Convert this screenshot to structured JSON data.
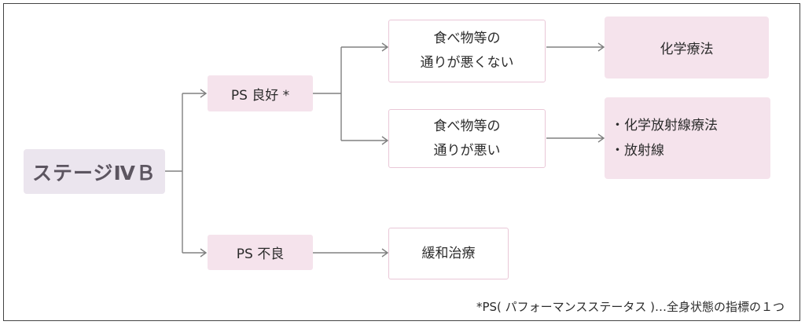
{
  "stage": {
    "label": "ステージⅣＢ"
  },
  "ps_good": {
    "label": "PS 良好 *"
  },
  "ps_poor": {
    "label": "PS 不良"
  },
  "cond_not_bad": {
    "line1": "食べ物等の",
    "line2": "通りが悪くない"
  },
  "cond_bad": {
    "line1": "食べ物等の",
    "line2": "通りが悪い"
  },
  "result_chemo": {
    "label": "化学療法"
  },
  "result_chemoradio": {
    "items": [
      "・化学放射線療法",
      "・放射線"
    ]
  },
  "result_palliative": {
    "label": "緩和治療"
  },
  "footnote": "*PS( パフォーマンスステータス )…全身状態の指標の１つ"
}
